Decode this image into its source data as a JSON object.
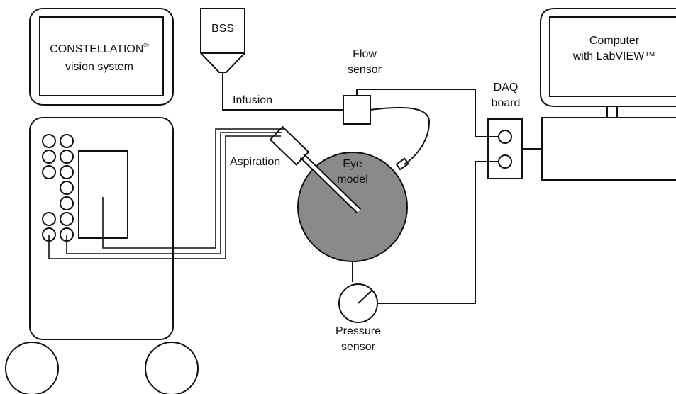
{
  "labels": {
    "constellation_line1": "CONSTELLATION",
    "constellation_mark": "®",
    "constellation_line2": "vision system",
    "bss": "BSS",
    "infusion": "Infusion",
    "flow_line1": "Flow",
    "flow_line2": "sensor",
    "aspiration": "Aspiration",
    "eye_line1": "Eye",
    "eye_line2": "model",
    "daq_line1": "DAQ",
    "daq_line2": "board",
    "computer_line1": "Computer",
    "computer_line2": "with LabVIEW™",
    "pressure_line1": "Pressure",
    "pressure_line2": "sensor"
  },
  "colors": {
    "line": "#111111",
    "eye_fill": "#8a8a8a",
    "background": "#ffffff"
  },
  "icons": {
    "constellation_console": "surgical-console",
    "bss_bottle": "irrigation-bottle",
    "eye": "eye-model-sphere",
    "pressure_gauge": "dial-gauge",
    "computer": "desktop-computer"
  }
}
